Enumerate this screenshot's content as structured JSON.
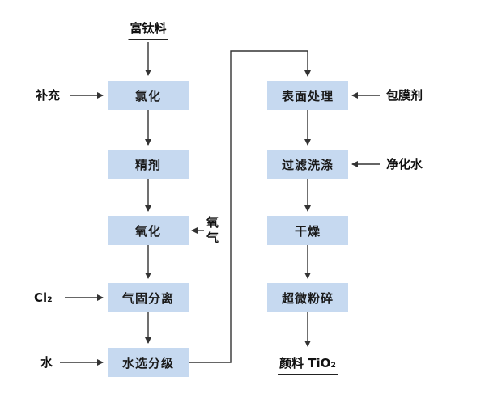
{
  "diagram": {
    "source": {
      "label": "富钛料"
    },
    "product": {
      "label": "颜料 TiO₂"
    },
    "left_column": [
      {
        "id": "chlorination",
        "label": "氯化"
      },
      {
        "id": "refining",
        "label": "精剂"
      },
      {
        "id": "oxidation",
        "label": "氧化"
      },
      {
        "id": "gas-solid-separation",
        "label": "气固分离"
      },
      {
        "id": "water-classification",
        "label": "水选分级"
      }
    ],
    "right_column": [
      {
        "id": "surface-treatment",
        "label": "表面处理"
      },
      {
        "id": "filter-washing",
        "label": "过滤洗涤"
      },
      {
        "id": "drying",
        "label": "干燥"
      },
      {
        "id": "micronizing",
        "label": "超微粉碎"
      }
    ],
    "inputs": [
      {
        "id": "supplement",
        "label": "补充",
        "target": "氯化",
        "side": "left"
      },
      {
        "id": "oxygen",
        "label": "氧\n气",
        "target": "氧化",
        "side": "right"
      },
      {
        "id": "chlorine",
        "label": "Cl₂",
        "target": "气固分离",
        "side": "left"
      },
      {
        "id": "water",
        "label": "水",
        "target": "水选分级",
        "side": "left"
      },
      {
        "id": "coating-agent",
        "label": "包膜剂",
        "target": "表面处理",
        "side": "right"
      },
      {
        "id": "purified-water",
        "label": "净化水",
        "target": "过滤洗涤",
        "side": "right"
      }
    ],
    "colors": {
      "box_fill": "#c6d9f0",
      "line": "#333333",
      "text": "#111111"
    }
  }
}
